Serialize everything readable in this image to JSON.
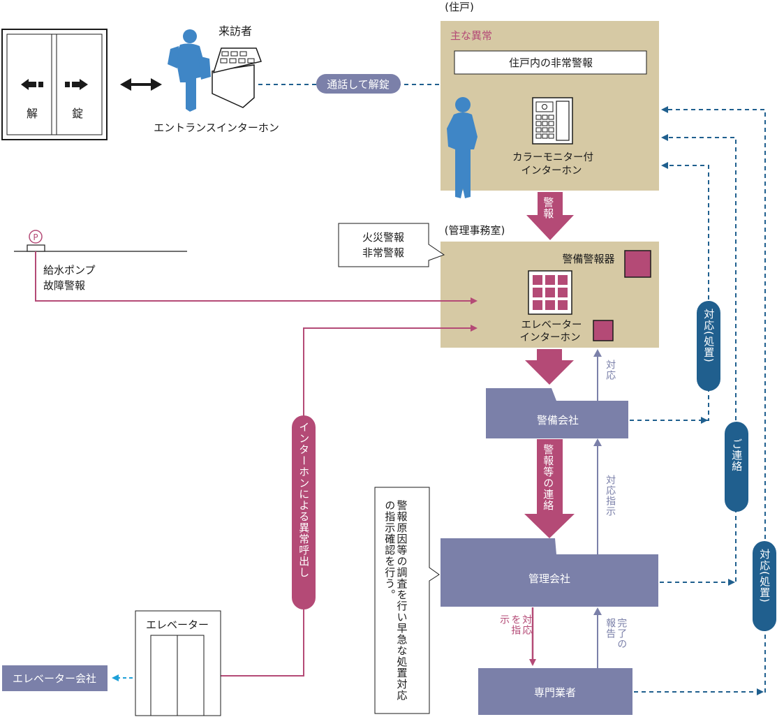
{
  "colors": {
    "tan": "#d6c9a4",
    "magenta": "#b44a76",
    "navy": "#7b80a9",
    "pill_blue": "#205f8e",
    "dash_blue": "#1f5f8e",
    "person_blue": "#3f86c6",
    "cyan": "#1ea0d8",
    "black": "#1a1a1a"
  },
  "gate": {
    "unlock_label": "解",
    "lock_label": "錠"
  },
  "visitor": {
    "label": "来訪者",
    "entrance_intercom_label": "エントランスインターホン"
  },
  "call_unlock_label": "通話して解錠",
  "dwelling": {
    "header": "(住戸)",
    "main_anomaly_label": "主な異常",
    "alarm_box_text": "住戸内の非常警報",
    "monitor_line1": "カラーモニター付",
    "monitor_line2": "インターホン"
  },
  "alarm_down_label": "警報",
  "mgmt_office": {
    "header": "(管理事務室)",
    "callout_line1": "火災警報",
    "callout_line2": "非常警報",
    "security_alarm_label": "警備警報器",
    "elevator_intercom_line1": "エレベーター",
    "elevator_intercom_line2": "インターホン"
  },
  "pump": {
    "symbol": "P",
    "line1": "給水ポンプ",
    "line2": "故障警報"
  },
  "elevator_call_pill": "インターホンによる異常呼出し",
  "elevator": {
    "label": "エレベーター"
  },
  "elevator_company": "エレベーター会社",
  "security_company": "警備会社",
  "response_label": "対応",
  "alarm_contact_label": "警報等の連絡",
  "response_instruction_label": "対応指示",
  "management_company": "管理会社",
  "callout_main": "警報原因等の調査を行い早急な処置対応の指示確認を行う。",
  "instruct_label": "対応を指示",
  "completion_report_label": "完了の報告",
  "specialist": "専門業者",
  "pill_handling_1": "対応(処置)",
  "pill_contact": "ご連絡",
  "pill_handling_2": "対応(処置)"
}
